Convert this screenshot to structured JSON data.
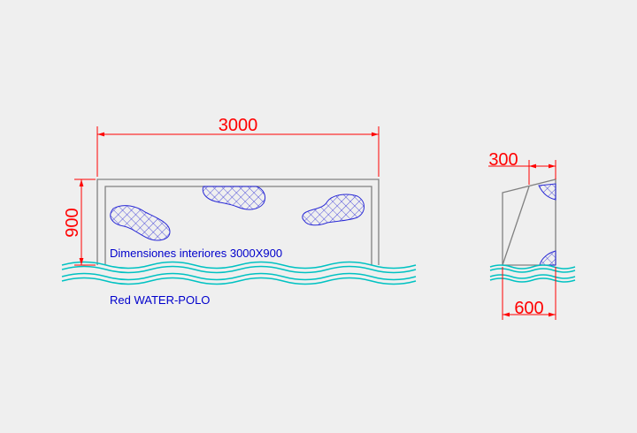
{
  "drawing": {
    "front_view": {
      "width_label": "3000",
      "height_label": "900",
      "note_label": "Dimensiones interiores 3000X900"
    },
    "side_view": {
      "top_depth_label": "300",
      "bottom_depth_label": "600"
    },
    "caption": "Red WATER-POLO"
  },
  "colors": {
    "background": "#efefef",
    "dimension": "#ff0000",
    "text_blue": "#0000cc",
    "frame": "#808080",
    "water": "#00c2c2",
    "net": "#2a2ad6"
  }
}
